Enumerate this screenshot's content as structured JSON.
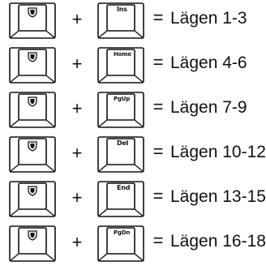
{
  "symbols": {
    "plus": "+",
    "equals": "="
  },
  "left_key": {
    "icon": "logo-icon"
  },
  "rows": [
    {
      "key": "Ins",
      "label": "Lägen 1-3"
    },
    {
      "key": "Home",
      "label": "Lägen 4-6"
    },
    {
      "key": "PgUp",
      "label": "Lägen 7-9"
    },
    {
      "key": "Del",
      "label": "Lägen 10-12"
    },
    {
      "key": "End",
      "label": "Lägen 13-15"
    },
    {
      "key": "PgDn",
      "label": "Lägen 16-18"
    }
  ]
}
